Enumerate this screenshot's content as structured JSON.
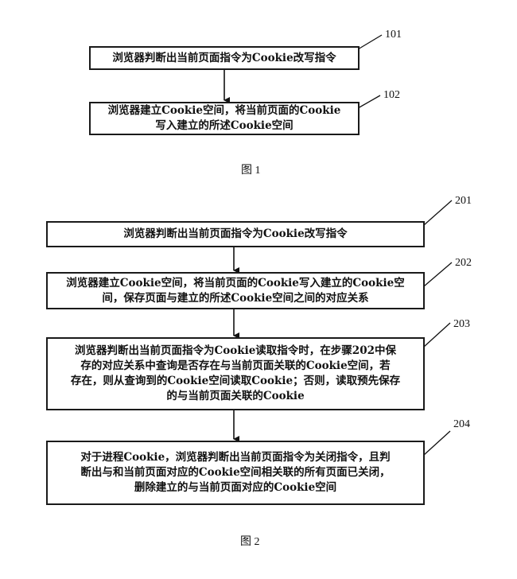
{
  "figure1": {
    "caption": "图 1",
    "steps": [
      {
        "id": "101",
        "lines": [
          "浏览器判断出当前页面指令为Cookie改写指令"
        ]
      },
      {
        "id": "102",
        "lines": [
          "浏览器建立Cookie空间，将当前页面的Cookie",
          "写入建立的所述Cookie空间"
        ]
      }
    ]
  },
  "figure2": {
    "caption": "图 2",
    "steps": [
      {
        "id": "201",
        "lines": [
          "浏览器判断出当前页面指令为Cookie改写指令"
        ]
      },
      {
        "id": "202",
        "lines": [
          "浏览器建立Cookie空间，将当前页面的Cookie写入建立的Cookie空",
          "间，保存页面与建立的所述Cookie空间之间的对应关系"
        ]
      },
      {
        "id": "203",
        "lines": [
          "浏览器判断出当前页面指令为Cookie读取指令时，在步骤202中保",
          "存的对应关系中查询是否存在与当前页面关联的Cookie空间，若",
          "存在，则从查询到的Cookie空间读取Cookie；否则，读取预先保存",
          "的与当前页面关联的Cookie"
        ]
      },
      {
        "id": "204",
        "lines": [
          "对于进程Cookie，浏览器判断出当前页面指令为关闭指令，且判",
          "断出与和当前页面对应的Cookie空间相关联的所有页面已关闭，",
          "删除建立的与当前页面对应的Cookie空间"
        ]
      }
    ]
  }
}
